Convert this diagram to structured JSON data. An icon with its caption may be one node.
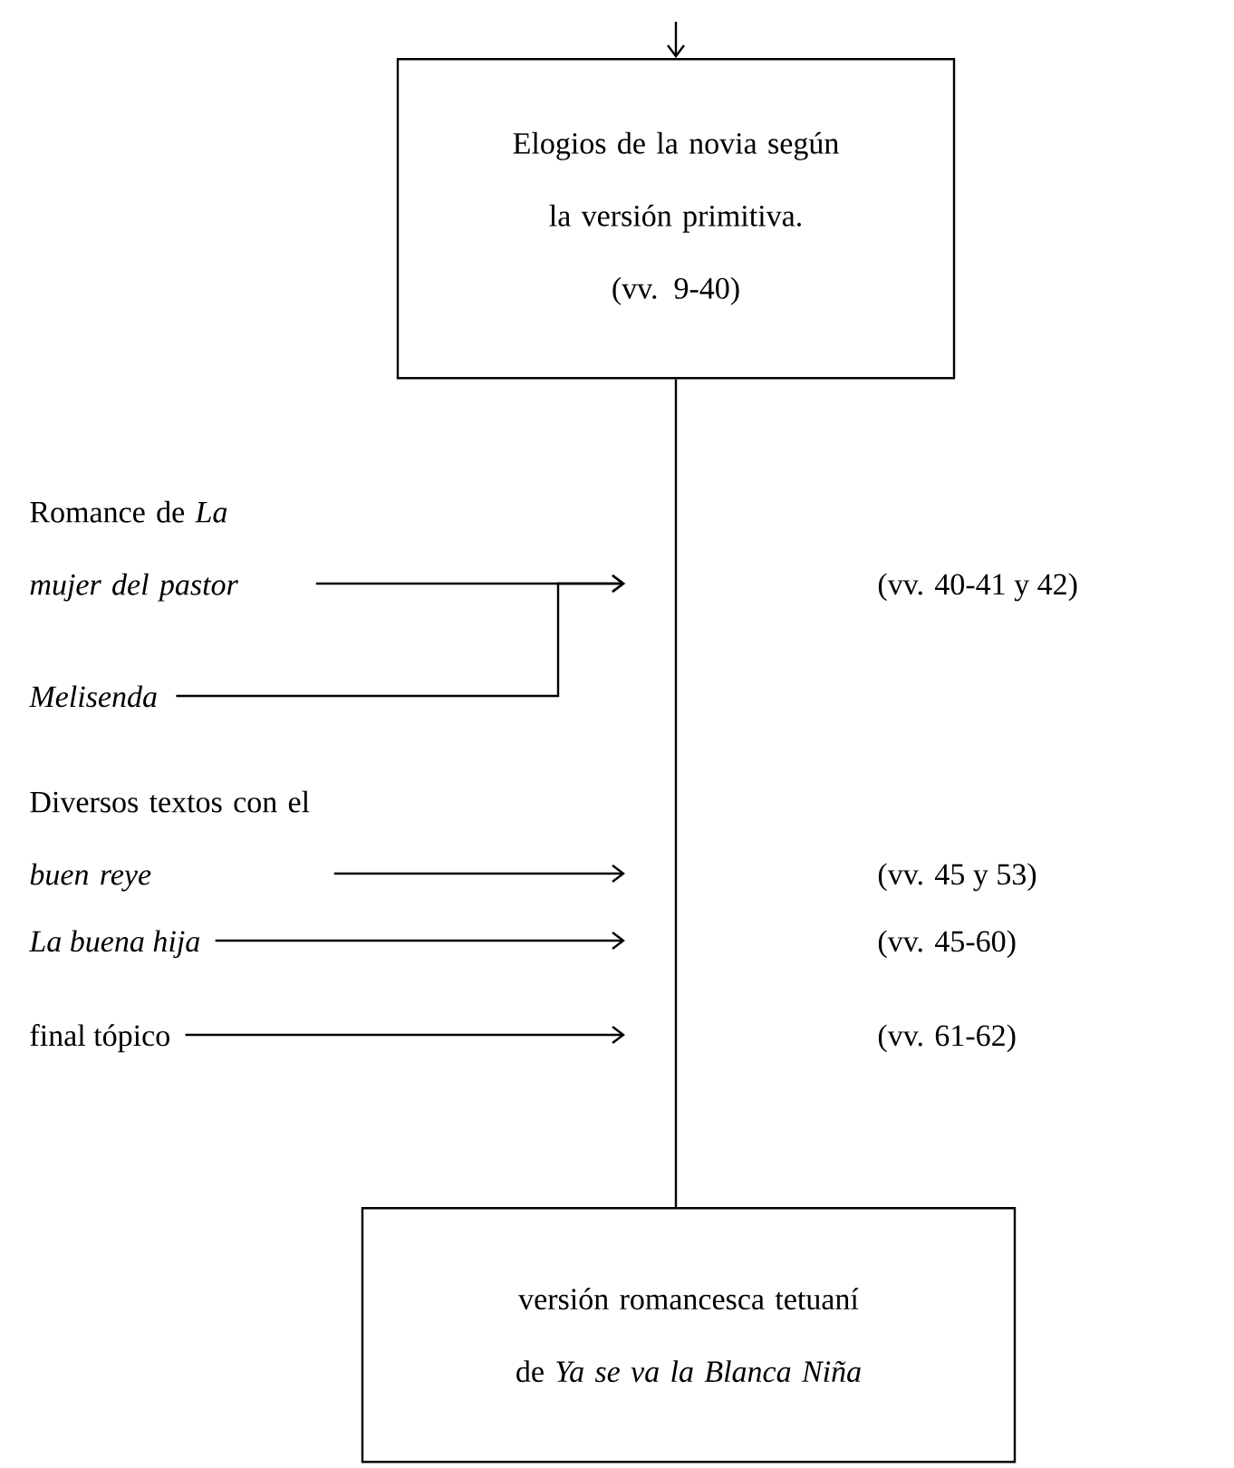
{
  "diagram": {
    "nodes": [
      {
        "text": [
          "Elogios de la novia según la versión primitiva.",
          "(vv. 9-40)"
        ]
      },
      {
        "text": [
          "versión romancesca tetuaní de *Ya se va la Blanca Niña*"
        ]
      },
      {
        "text": [
          "Romance de *La mujer del pastor*"
        ]
      },
      {
        "text": [
          "Melisenda"
        ]
      },
      {
        "text": [
          "Diversos textos con el *buen reye*"
        ]
      },
      {
        "text": [
          "La buena hija"
        ]
      },
      {
        "text": [
          "final tópico"
        ]
      }
    ],
    "edges": [
      {
        "from": null,
        "to": 0,
        "arrow": "to"
      },
      {
        "from": 0,
        "to": 1,
        "arrow": "none"
      },
      {
        "from": 2,
        "to": null,
        "arrow": "to"
      },
      {
        "from": 3,
        "to": null,
        "arrow": "to"
      },
      {
        "from": 4,
        "to": null,
        "arrow": "to"
      },
      {
        "from": 5,
        "to": null,
        "arrow": "to"
      },
      {
        "from": 6,
        "to": null,
        "arrow": "to"
      }
    ],
    "labels": [
      "(vv. 40-41 y 42)",
      "(vv. 45 y 53)",
      "(vv. 45-60)",
      "(vv. 61-62)"
    ]
  }
}
